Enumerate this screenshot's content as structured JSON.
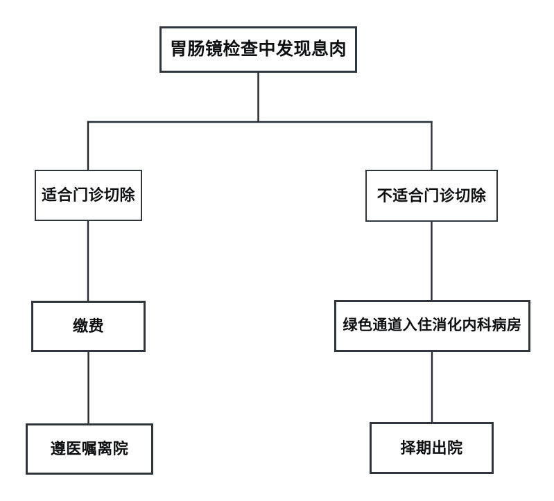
{
  "diagram": {
    "type": "flowchart",
    "language": "zh-CN",
    "background_color": "#ffffff",
    "border_color": "#2e353c",
    "line_color": "#262c33",
    "text_color": "#0d0f11"
  },
  "nodes": {
    "root": {
      "label": "胃肠镜检查中发现息肉"
    },
    "left1": {
      "label": "适合门诊切除"
    },
    "right1": {
      "label": "不适合门诊切除"
    },
    "left2": {
      "label": "缴费"
    },
    "right2": {
      "label": "绿色通道入住消化内科病房"
    },
    "left3": {
      "label": "遵医嘱离院"
    },
    "right3": {
      "label": "择期出院"
    }
  },
  "edges": [
    {
      "from": "root",
      "to": "left1"
    },
    {
      "from": "root",
      "to": "right1"
    },
    {
      "from": "left1",
      "to": "left2"
    },
    {
      "from": "left2",
      "to": "left3"
    },
    {
      "from": "right1",
      "to": "right2"
    },
    {
      "from": "right2",
      "to": "right3"
    }
  ]
}
